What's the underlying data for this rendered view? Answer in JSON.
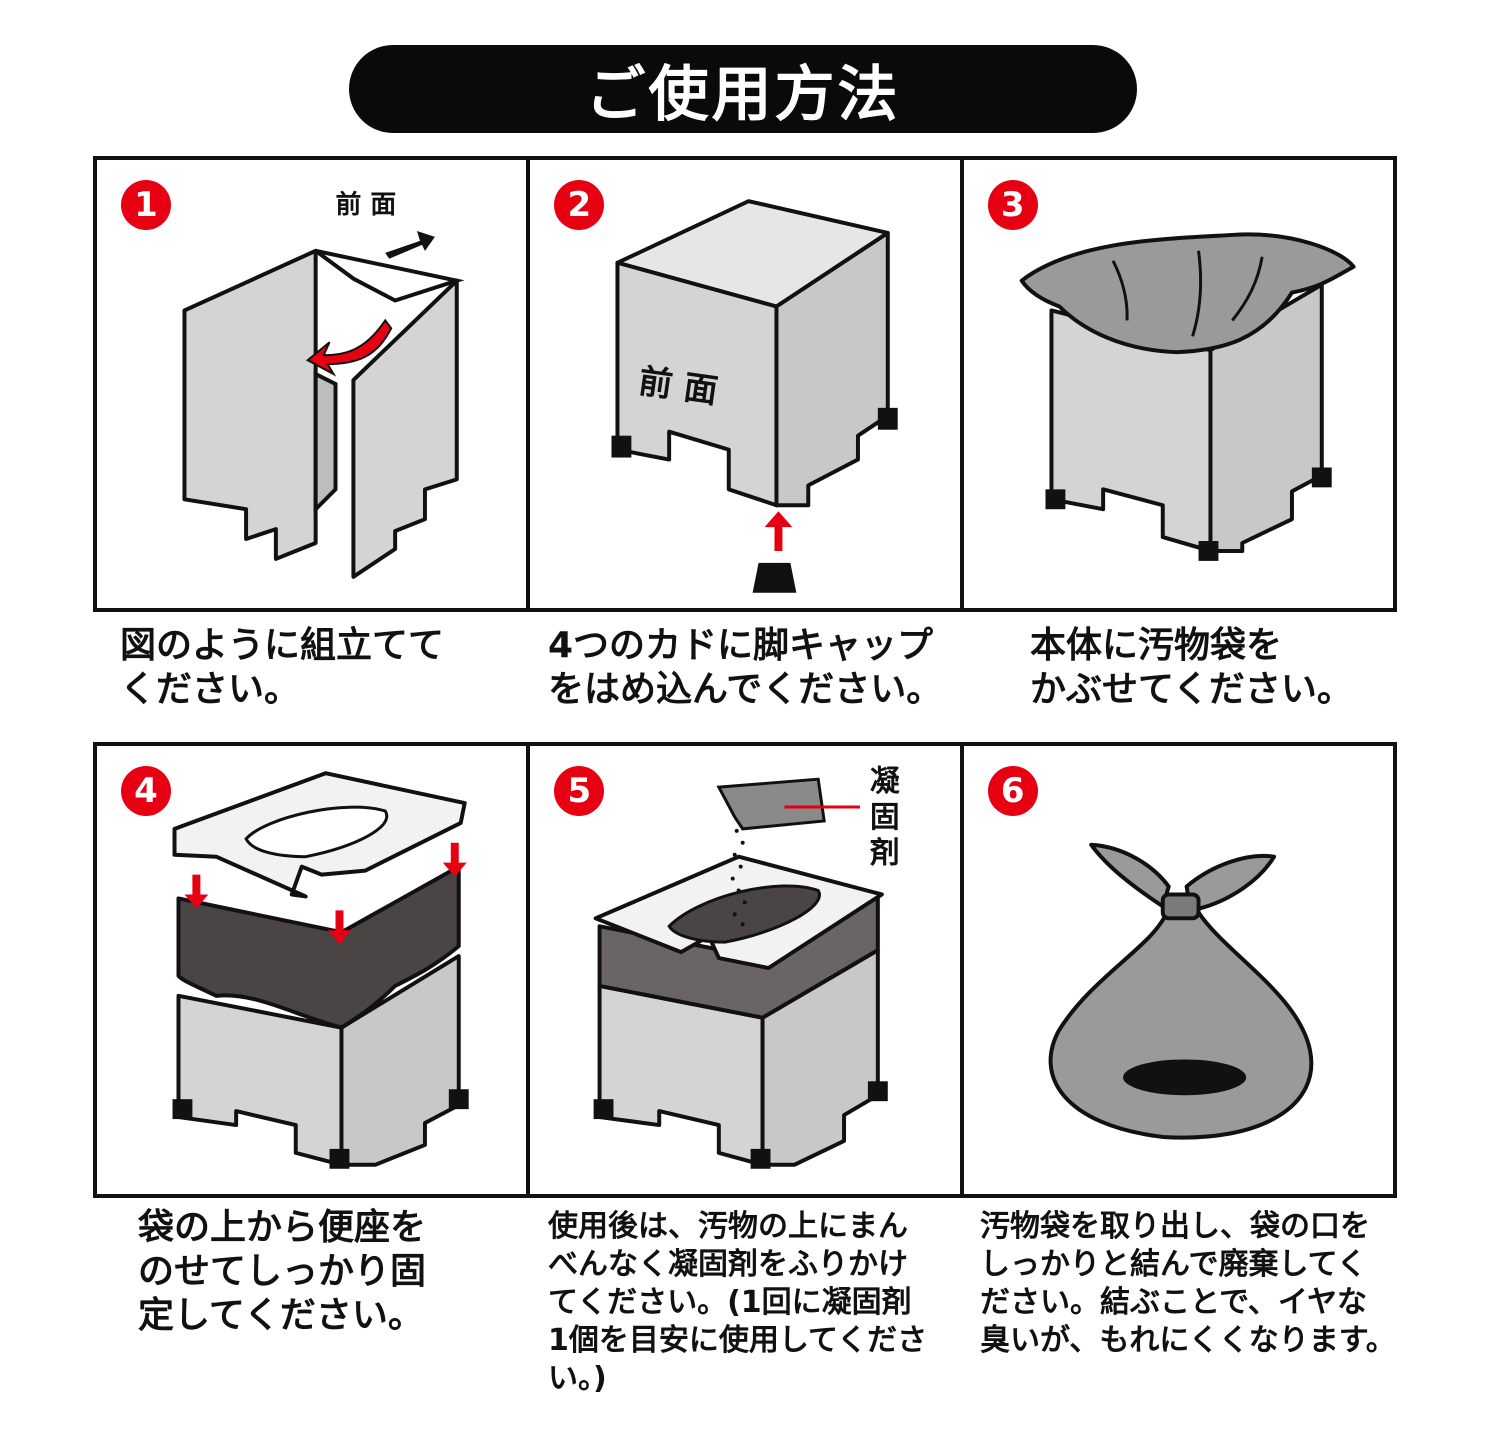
{
  "title": "ご使用方法",
  "colors": {
    "accent": "#e60012",
    "box": "#d4d4d4",
    "bag": "#9a9a9a",
    "dark": "#111111"
  },
  "steps": [
    {
      "number": "1",
      "labels": {
        "front": "前 面"
      },
      "caption": "図のように組立てて\nください。"
    },
    {
      "number": "2",
      "labels": {
        "front": "前 面"
      },
      "caption": "4つのカドに脚キャップ\nをはめ込んでください。"
    },
    {
      "number": "3",
      "caption": "本体に汚物袋を\nかぶせてください。"
    },
    {
      "number": "4",
      "caption": "袋の上から便座を\nのせてしっかり固\n定してください。"
    },
    {
      "number": "5",
      "labels": {
        "coagulant": "凝\n固\n剤"
      },
      "caption": "使用後は、汚物の上にまん\nべんなく凝固剤をふりかけ\nてください。(1回に凝固剤\n1個を目安に使用してください。)"
    },
    {
      "number": "6",
      "caption": "汚物袋を取り出し、袋の口を\nしっかりと結んで廃棄してく\nださい。結ぶことで、イヤな\n臭いが、もれにくくなります。"
    }
  ]
}
